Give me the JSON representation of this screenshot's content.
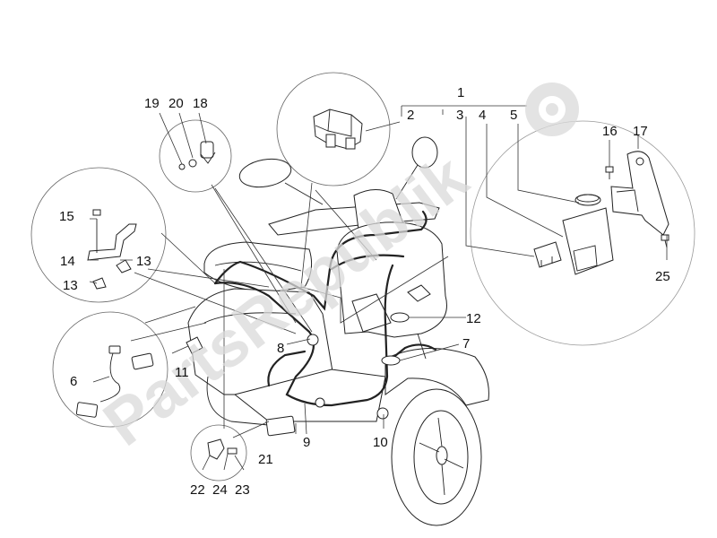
{
  "watermark": {
    "text": "PartsRepublik",
    "gear_icon": "gear-icon",
    "color": "#d9d9d9"
  },
  "diagram": {
    "labels": {
      "p1": "1",
      "p2": "2",
      "p3": "3",
      "p4": "4",
      "p5": "5",
      "p6": "6",
      "p7": "7",
      "p8": "8",
      "p9": "9",
      "p10": "10",
      "p11": "11",
      "p12": "12",
      "p13a": "13",
      "p13b": "13",
      "p14": "14",
      "p15": "15",
      "p16": "16",
      "p17": "17",
      "p18": "18",
      "p19": "19",
      "p20": "20",
      "p21": "21",
      "p22": "22",
      "p23": "23",
      "p24": "24",
      "p25": "25"
    }
  }
}
